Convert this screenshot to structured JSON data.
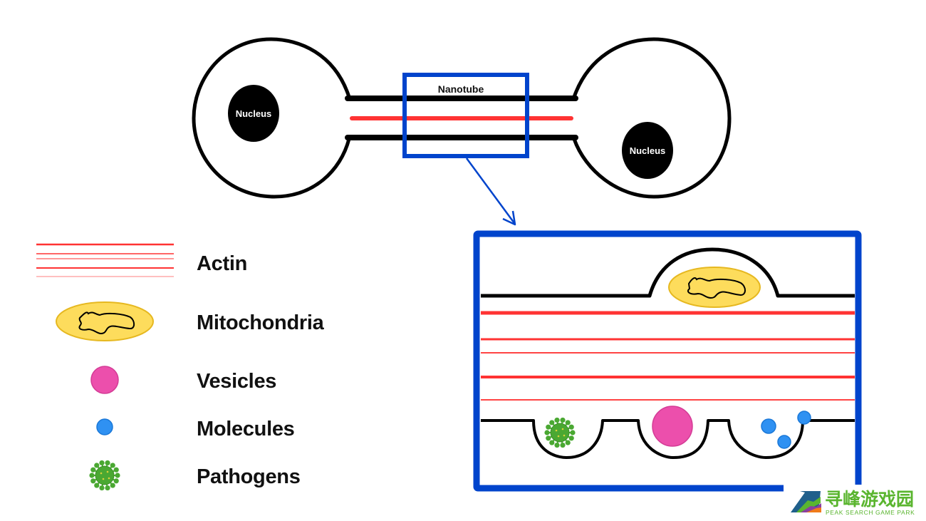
{
  "diagram": {
    "title": "Tunneling nanotube between two cells",
    "overview": {
      "left_cell_label": "Nucleus",
      "right_cell_label": "Nucleus",
      "nanotube_label": "Nanotube"
    },
    "legend": [
      {
        "key": "actin",
        "label": "Actin",
        "icon": "actin-lines-icon",
        "color": "#ff3333"
      },
      {
        "key": "mitochondria",
        "label": "Mitochondria",
        "icon": "mitochondria-icon",
        "color": "#fddc5c"
      },
      {
        "key": "vesicles",
        "label": "Vesicles",
        "icon": "vesicle-icon",
        "color": "#ec4fac"
      },
      {
        "key": "molecules",
        "label": "Molecules",
        "icon": "molecule-icon",
        "color": "#2f91f2"
      },
      {
        "key": "pathogens",
        "label": "Pathogens",
        "icon": "pathogen-icon",
        "color": "#4aa832"
      }
    ],
    "colors": {
      "membrane": "#000000",
      "zoom_frame": "#0044cc",
      "actin": "#ff3333",
      "mitochondria_fill": "#fddc5c",
      "mitochondria_stroke": "#e6b820",
      "vesicle": "#ec4fac",
      "molecule": "#2f91f2",
      "pathogen": "#4aa832"
    }
  },
  "watermark": {
    "name_cn": "寻峰游戏园",
    "name_en": "PEAK SEARCH GAME PARK"
  }
}
